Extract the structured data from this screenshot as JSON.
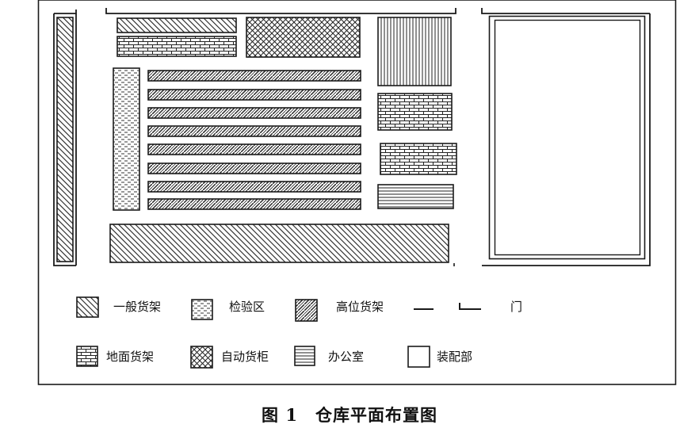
{
  "legend": {
    "general_shelf": "一般货架",
    "inspection_area": "检验区",
    "high_shelf": "高位货架",
    "door": "门",
    "ground_shelf": "地面货架",
    "auto_cabinet": "自动货柜",
    "office": "办公室",
    "assembly": "装配部"
  },
  "caption": {
    "number": "图 1",
    "title": "仓库平面布置图"
  },
  "colors": {
    "line": "#1a1a1a",
    "background": "#ffffff"
  }
}
